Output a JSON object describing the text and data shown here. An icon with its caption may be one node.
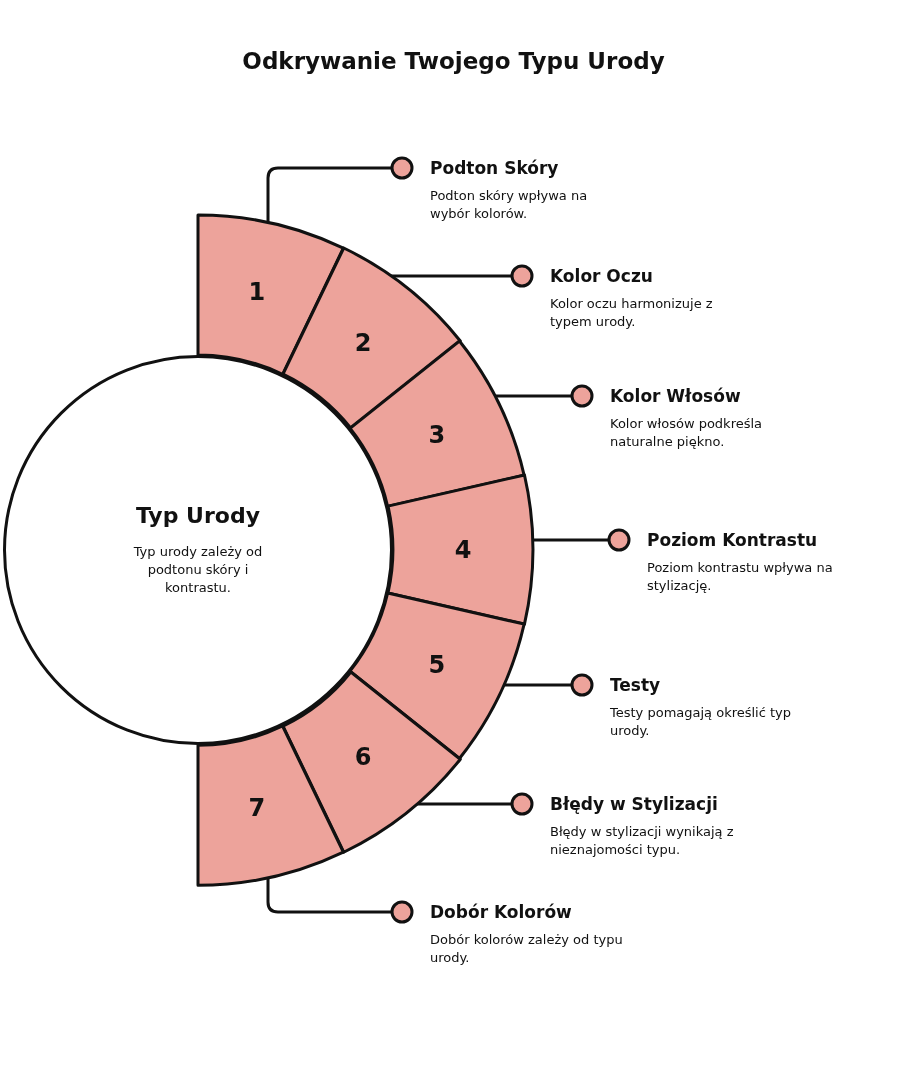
{
  "diagram": {
    "title": "Odkrywanie Twojego Typu Urody",
    "nodes": [
      {
        "text": [
          "Typ Urody",
          "Typ urody zależy od podtonu skóry i kontrastu."
        ]
      },
      {
        "text": [
          "1"
        ]
      },
      {
        "text": [
          "2"
        ]
      },
      {
        "text": [
          "3"
        ]
      },
      {
        "text": [
          "4"
        ]
      },
      {
        "text": [
          "5"
        ]
      },
      {
        "text": [
          "6"
        ]
      },
      {
        "text": [
          "7"
        ]
      },
      {
        "text": [
          "Podton Skóry",
          "Podton skóry wpływa na wybór kolorów."
        ]
      },
      {
        "text": [
          "Kolor Oczu",
          "Kolor oczu harmonizuje z typem urody."
        ]
      },
      {
        "text": [
          "Kolor Włosów",
          "Kolor włosów podkreśla naturalne piękno."
        ]
      },
      {
        "text": [
          "Poziom Kontrastu",
          "Poziom kontrastu wpływa na stylizację."
        ]
      },
      {
        "text": [
          "Testy",
          "Testy pomagają określić typ urody."
        ]
      },
      {
        "text": [
          "Błędy w Stylizacji",
          "Błędy w stylizacji wynikają z nieznajomości typu."
        ]
      },
      {
        "text": [
          "Dobór Kolorów",
          "Dobór kolorów zależy od typu urody."
        ]
      }
    ],
    "edges": [
      {
        "from": 1,
        "to": 8,
        "arrow": "other"
      },
      {
        "from": 2,
        "to": 9,
        "arrow": "other"
      },
      {
        "from": 3,
        "to": 10,
        "arrow": "other"
      },
      {
        "from": 4,
        "to": 11,
        "arrow": "other"
      },
      {
        "from": 5,
        "to": 12,
        "arrow": "other"
      },
      {
        "from": 6,
        "to": 13,
        "arrow": "other"
      },
      {
        "from": 7,
        "to": 14,
        "arrow": "other"
      }
    ]
  }
}
